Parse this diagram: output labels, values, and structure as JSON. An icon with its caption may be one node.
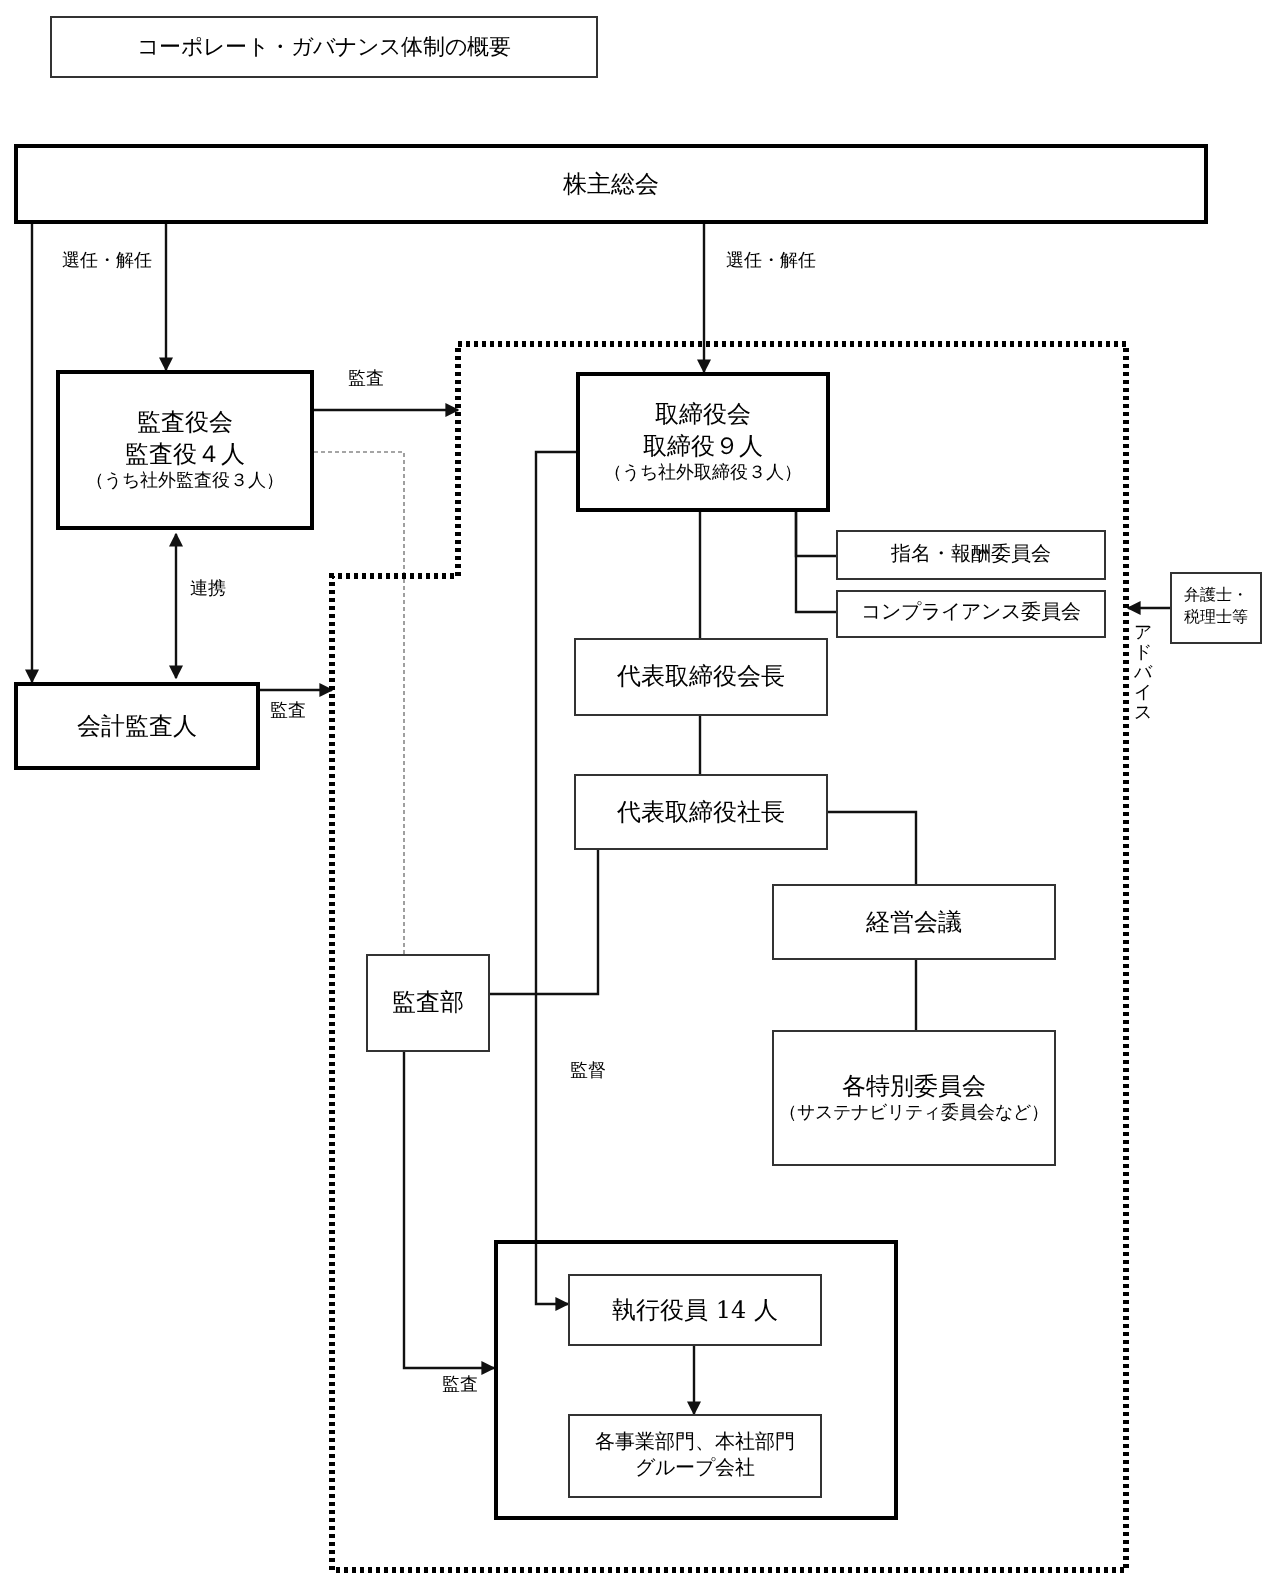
{
  "diagram": {
    "title": "コーポレート・ガバナンス体制の概要",
    "nodes": [
      {
        "text": [
          "株主総会"
        ]
      },
      {
        "text": [
          "監査役会",
          "監査役４人",
          "（うち社外監査役３人）"
        ]
      },
      {
        "text": [],
        "shape": "box"
      },
      {
        "text": [
          "取締役会",
          "取締役９人",
          "（うち社外取締役３人）"
        ],
        "in": 2
      },
      {
        "text": [
          "指名・報酬委員会"
        ],
        "in": 2
      },
      {
        "text": [
          "コンプライアンス委員会"
        ],
        "in": 2
      },
      {
        "text": [
          "弁護士・税理士等"
        ]
      },
      {
        "text": [
          "会計監査人"
        ]
      },
      {
        "text": [
          "代表取締役会長"
        ],
        "in": 2
      },
      {
        "text": [
          "代表取締役社長"
        ],
        "in": 2
      },
      {
        "text": [
          "経営会議"
        ],
        "in": 2
      },
      {
        "text": [
          "各特別委員会",
          "（サステナビリティ委員会など）"
        ],
        "in": 2
      },
      {
        "text": [
          "監査部"
        ],
        "in": 2
      },
      {
        "text": [],
        "shape": "box",
        "in": 2
      },
      {
        "text": [
          "執行役員 14 人"
        ],
        "in": 13
      },
      {
        "text": [
          "各事業部門、本社部門グループ会社"
        ],
        "in": 13
      }
    ],
    "edges": [
      {
        "from": 0,
        "to": 7,
        "arrow": "to"
      },
      {
        "from": 0,
        "to": 1,
        "arrow": "to",
        "label": "選任・解任"
      },
      {
        "from": 0,
        "to": 3,
        "arrow": "to",
        "label": "選任・解任"
      },
      {
        "from": 1,
        "to": 7,
        "arrow": "both",
        "label": "連携"
      },
      {
        "from": 1,
        "to": 2,
        "arrow": "to",
        "label": "監査"
      },
      {
        "from": 7,
        "to": 2,
        "arrow": "to",
        "label": "監査"
      },
      {
        "from": 6,
        "to": 2,
        "arrow": "to",
        "label": "アドバイス"
      },
      {
        "from": 1,
        "to": 12,
        "arrow": "none",
        "style": "dashed",
        "color": "#888888"
      },
      {
        "from": 3,
        "to": 4,
        "arrow": "none"
      },
      {
        "from": 3,
        "to": 5,
        "arrow": "none"
      },
      {
        "from": 3,
        "to": 8,
        "arrow": "none"
      },
      {
        "from": 8,
        "to": 9,
        "arrow": "none"
      },
      {
        "from": 9,
        "to": 10,
        "arrow": "none"
      },
      {
        "from": 9,
        "to": 12,
        "arrow": "none"
      },
      {
        "from": 10,
        "to": 11,
        "arrow": "none"
      },
      {
        "from": 3,
        "to": 14,
        "arrow": "to",
        "label": "監督"
      },
      {
        "from": 12,
        "to": 13,
        "arrow": "to",
        "label": "監査"
      },
      {
        "from": 14,
        "to": 15,
        "arrow": "to"
      }
    ]
  }
}
